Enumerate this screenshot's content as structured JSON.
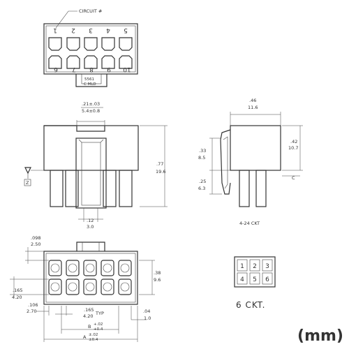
{
  "units_label": "(mm)",
  "top_view": {
    "circuit_label": "CIRCUIT #",
    "top_row_numbers": [
      "1",
      "2",
      "3",
      "4",
      "5"
    ],
    "bottom_row_numbers": [
      "6",
      "7",
      "8",
      "9",
      "10"
    ],
    "latch_text_a": "5561",
    "latch_text_b": "C MLD"
  },
  "front_view": {
    "dim_width_in": ".21±.03",
    "dim_width_mm": "5.4±0.8",
    "dim_height_in": ".77",
    "dim_height_mm": "19.6",
    "dim_pin_in": ".12",
    "dim_pin_mm": "3.0",
    "datum_label": "Z"
  },
  "side_view": {
    "dim_width_in": ".46",
    "dim_width_mm": "11.6",
    "dim_a_in": ".42",
    "dim_a_mm": "10.7",
    "dim_b_in": ".33",
    "dim_b_mm": "8.5",
    "dim_c_in": ".25",
    "dim_c_mm": "6.3",
    "datum_c": "C",
    "caption": "4-24 CKT"
  },
  "bottom_view": {
    "dim_098_in": ".098",
    "dim_098_mm": "2.50",
    "dim_38_in": ".38",
    "dim_38_mm": "9.6",
    "dim_165_in": ".165",
    "dim_165_mm": "4.20",
    "dim_106_in": ".106",
    "dim_106_mm": "2.70",
    "dim_pitch_in": ".165",
    "dim_pitch_mm": "4.20",
    "dim_pitch_note": "TYP",
    "dim_04_in": ".04",
    "dim_04_mm": "1.0",
    "dim_b_label": "B",
    "dim_b_tol_upper": "+.02",
    "dim_b_tol_lower": "+0.4",
    "dim_a_label": "A",
    "dim_a_tol_upper": "±.02",
    "dim_a_tol_lower": "±0.4"
  },
  "ckt6_view": {
    "cells": [
      "1",
      "2",
      "3",
      "4",
      "5",
      "6"
    ],
    "caption": "6 CKT."
  }
}
